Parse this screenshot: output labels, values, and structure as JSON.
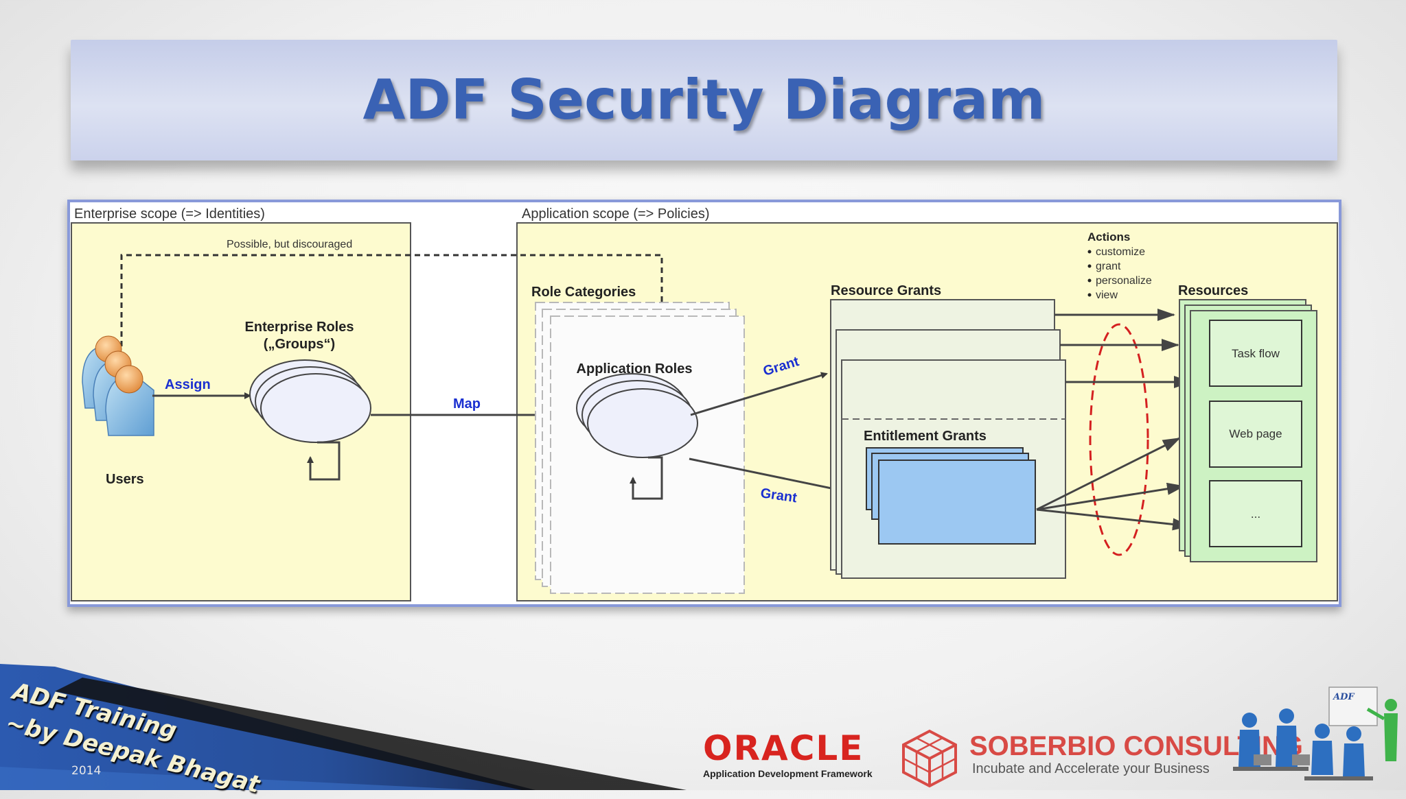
{
  "slide": {
    "title": "ADF Security Diagram"
  },
  "diagram": {
    "enterprise_scope": "Enterprise scope (=> Identities)",
    "application_scope": "Application scope (=> Policies)",
    "possible_note": "Possible, but discouraged",
    "enterprise_roles_line1": "Enterprise Roles",
    "enterprise_roles_line2": "(„Groups“)",
    "users": "Users",
    "assign": "Assign",
    "map": "Map",
    "role_categories": "Role Categories",
    "application_roles": "Application Roles",
    "grant_top": "Grant",
    "grant_bottom": "Grant",
    "resource_grants": "Resource Grants",
    "entitlement_grants": "Entitlement Grants",
    "actions_title": "Actions",
    "actions": [
      "customize",
      "grant",
      "personalize",
      "view"
    ],
    "resources_title": "Resources",
    "resources": [
      "Task flow",
      "Web page",
      "..."
    ]
  },
  "footer": {
    "training_line1": "ADF Training",
    "training_line2": "~by Deepak Bhagat",
    "year": "2014",
    "oracle": "ORACLE",
    "oracle_sub": "Application Development Framework",
    "sober": "SOBERBIO CONSULTING",
    "sober_sub": "Incubate and Accelerate your Business",
    "mini_label": "ADF"
  },
  "colors": {
    "title": "#3a62b4",
    "frame_border": "#8899d9",
    "scope_fill": "#fdfbcf",
    "resource_fill": "#cdf2c3",
    "entitlement_fill": "#9cc8f2",
    "label_blue": "#1a2fd0",
    "actions_ellipse": "#d42020",
    "oracle_red": "#d8241f",
    "sober_red": "#d84a45"
  }
}
